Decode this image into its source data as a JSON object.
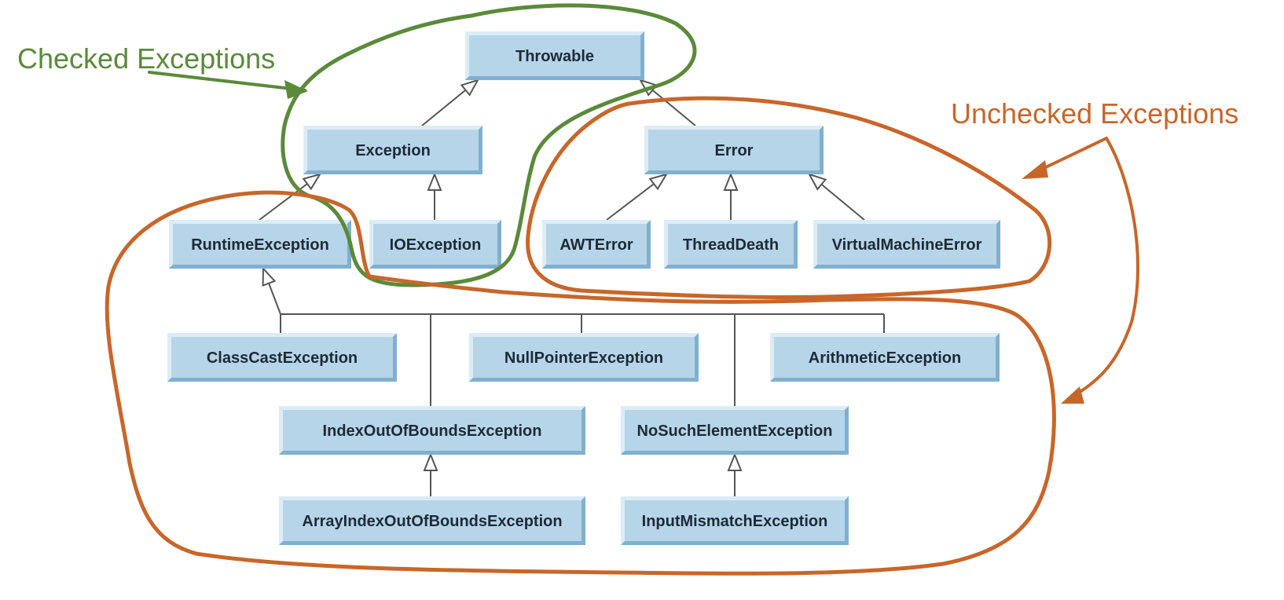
{
  "diagram": {
    "nodes": [
      {
        "id": "throwable",
        "label": "Throwable"
      },
      {
        "id": "exception",
        "label": "Exception"
      },
      {
        "id": "error",
        "label": "Error"
      },
      {
        "id": "runtime",
        "label": "RuntimeException"
      },
      {
        "id": "ioexception",
        "label": "IOException"
      },
      {
        "id": "awterror",
        "label": "AWTError"
      },
      {
        "id": "threaddeath",
        "label": "ThreadDeath"
      },
      {
        "id": "vmerror",
        "label": "VirtualMachineError"
      },
      {
        "id": "classcast",
        "label": "ClassCastException"
      },
      {
        "id": "nullpointer",
        "label": "NullPointerException"
      },
      {
        "id": "arithmetic",
        "label": "ArithmeticException"
      },
      {
        "id": "indexoob",
        "label": "IndexOutOfBoundsException"
      },
      {
        "id": "nosuchelement",
        "label": "NoSuchElementException"
      },
      {
        "id": "arrayindexoob",
        "label": "ArrayIndexOutOfBoundsException"
      },
      {
        "id": "inputmismatch",
        "label": "InputMismatchException"
      }
    ],
    "edges": [
      {
        "from": "exception",
        "to": "throwable"
      },
      {
        "from": "error",
        "to": "throwable"
      },
      {
        "from": "runtime",
        "to": "exception"
      },
      {
        "from": "ioexception",
        "to": "exception"
      },
      {
        "from": "awterror",
        "to": "error"
      },
      {
        "from": "threaddeath",
        "to": "error"
      },
      {
        "from": "vmerror",
        "to": "error"
      },
      {
        "from": "classcast",
        "to": "runtime"
      },
      {
        "from": "nullpointer",
        "to": "runtime"
      },
      {
        "from": "arithmetic",
        "to": "runtime"
      },
      {
        "from": "indexoob",
        "to": "runtime"
      },
      {
        "from": "nosuchelement",
        "to": "runtime"
      },
      {
        "from": "arrayindexoob",
        "to": "indexoob"
      },
      {
        "from": "inputmismatch",
        "to": "nosuchelement"
      }
    ]
  },
  "annotations": {
    "checked": {
      "label": "Checked Exceptions",
      "color": "#5a8a3a"
    },
    "unchecked": {
      "label": "Unchecked Exceptions",
      "color": "#c8662a"
    }
  },
  "colors": {
    "box_face": "#b7d5e8",
    "box_light": "#dcecf6",
    "box_dark": "#7fb0cf",
    "line": "#555555"
  }
}
